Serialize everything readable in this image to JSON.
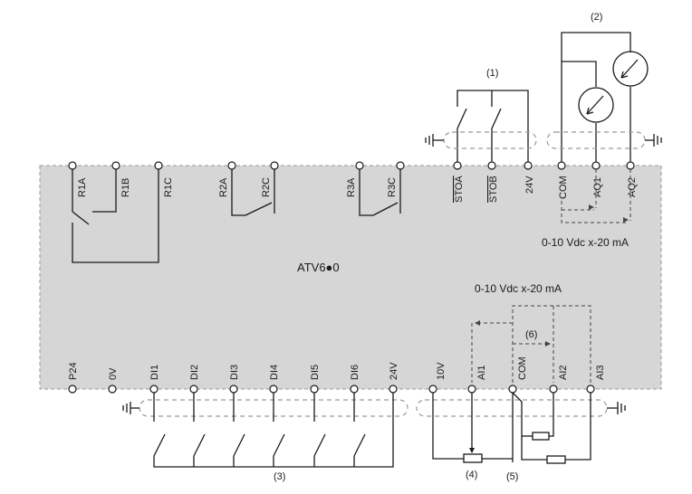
{
  "device": {
    "title": "ATV6●0"
  },
  "top_terminals": [
    "R1A",
    "R1B",
    "R1C",
    "R2A",
    "R2C",
    "R3A",
    "R3C",
    "STOA",
    "STOB",
    "24V",
    "COM",
    "AQ1",
    "AQ2"
  ],
  "bottom_terminals": [
    "P24",
    "0V",
    "DI1",
    "DI2",
    "DI3",
    "DI4",
    "DI5",
    "DI6",
    "24V",
    "10V",
    "AI1",
    "COM",
    "AI2",
    "AI3"
  ],
  "notes": {
    "n1": "(1)",
    "n2": "(2)",
    "n3": "(3)",
    "n4": "(4)",
    "n5": "(5)",
    "n6": "(6)",
    "aq_range": "0-10 Vdc x-20 mA",
    "ai_range": "0-10 Vdc x-20 mA"
  }
}
